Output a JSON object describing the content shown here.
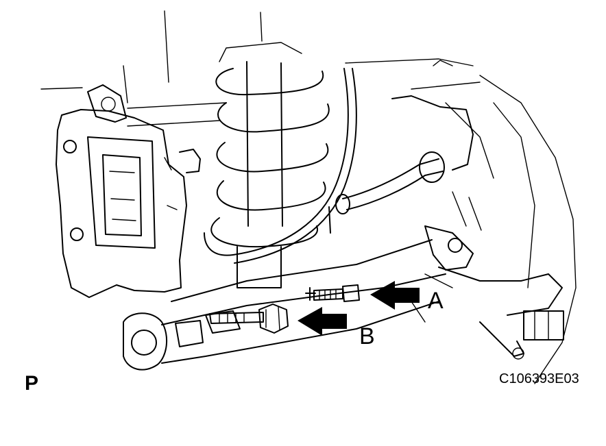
{
  "callouts": {
    "a": "A",
    "b": "B"
  },
  "view_marker": "P",
  "figure_code": "C106393E03",
  "colors": {
    "line": "#000000",
    "background": "#ffffff"
  }
}
